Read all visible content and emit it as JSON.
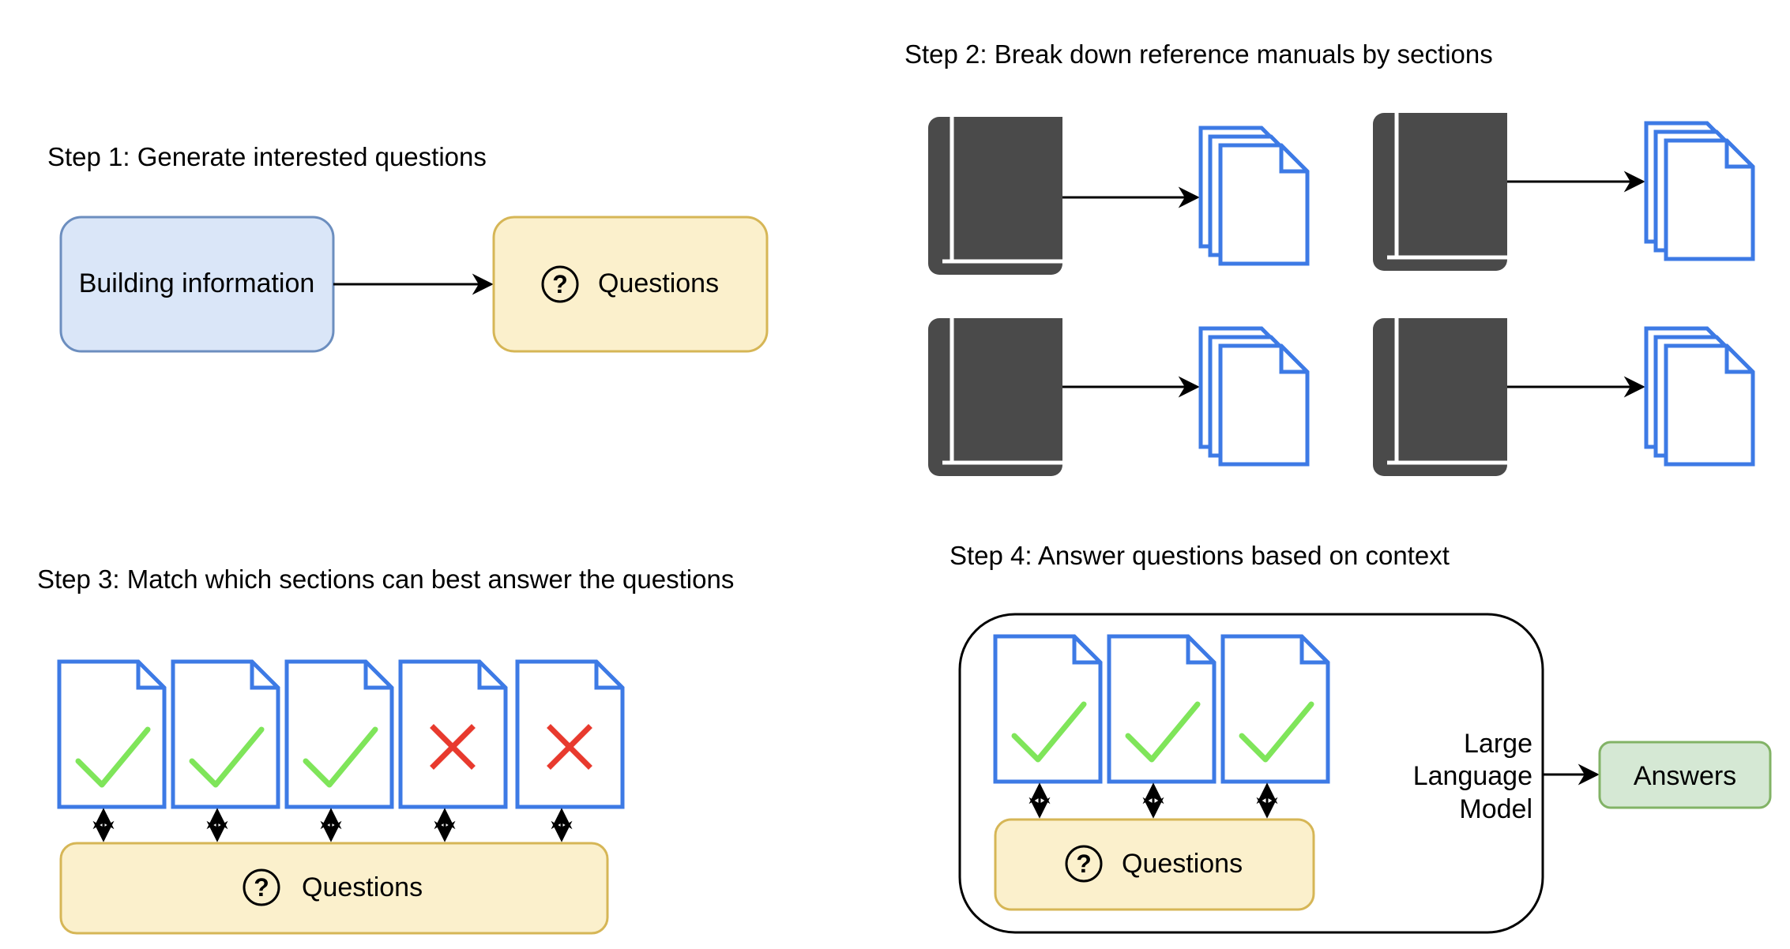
{
  "steps": {
    "step1": {
      "title": "Step 1: Generate interested questions",
      "source_box": "Building information",
      "target_box": "Questions"
    },
    "step2": {
      "title": "Step 2: Break down reference manuals by sections"
    },
    "step3": {
      "title": "Step 3: Match which sections can best answer the questions",
      "questions_box": "Questions",
      "matches": [
        "check",
        "check",
        "check",
        "cross",
        "cross"
      ]
    },
    "step4": {
      "title": "Step 4: Answer questions based on context",
      "questions_box": "Questions",
      "model_line1": "Large",
      "model_line2": "Language",
      "model_line3": "Model",
      "answers_box": "Answers",
      "matches": [
        "check",
        "check",
        "check"
      ]
    }
  },
  "icons": {
    "question": "?",
    "book": "book-icon",
    "document_stack": "document-stack-icon",
    "document": "document-icon",
    "check": "check-icon",
    "cross": "cross-icon"
  },
  "colors": {
    "blue_fill": "#dae6f8",
    "blue_stroke": "#6c8ebf",
    "yellow_fill": "#fbf0cc",
    "yellow_stroke": "#d6b656",
    "green_fill": "#d5e8d4",
    "green_stroke": "#82b366",
    "doc_stroke": "#3d7ae5",
    "book_fill": "#4a4a4a",
    "check": "#7fe55a",
    "cross": "#e83a2e"
  }
}
